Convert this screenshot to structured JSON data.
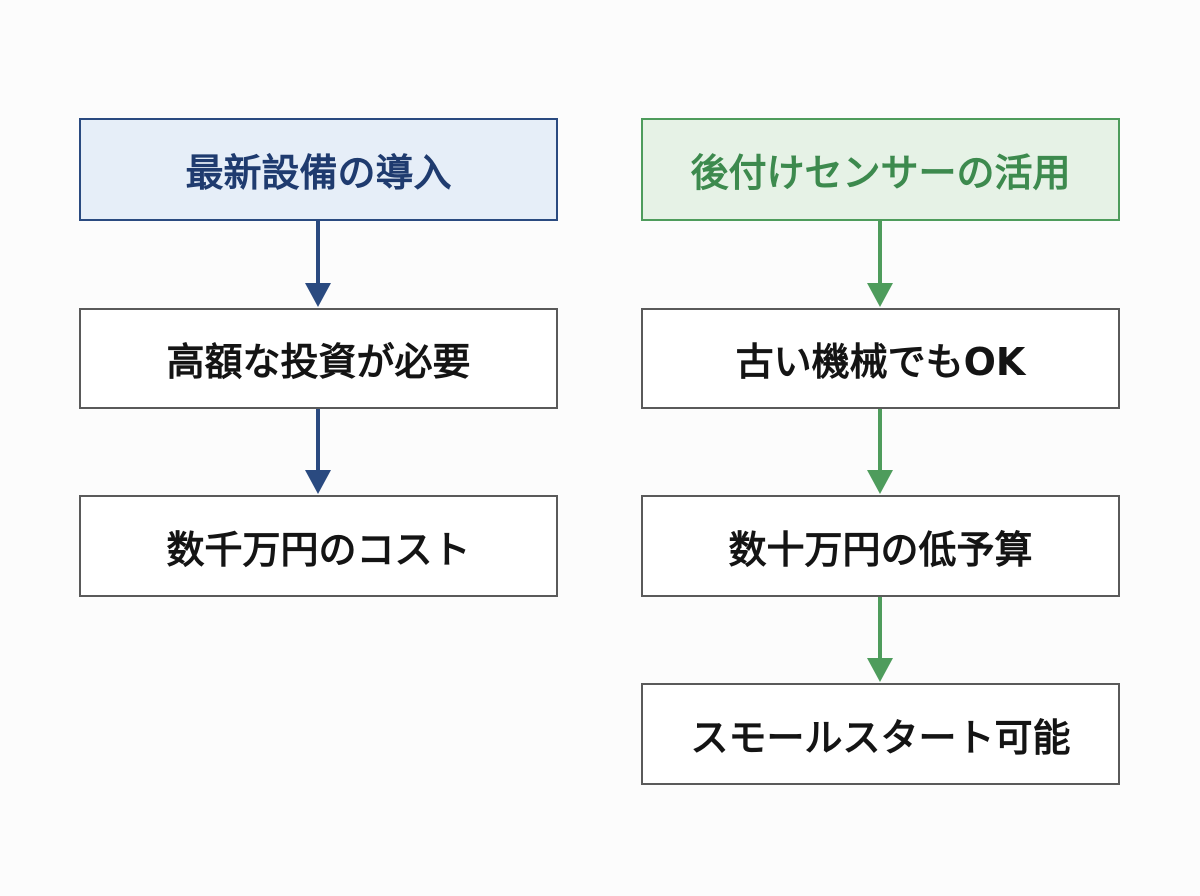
{
  "left_column": {
    "header": "最新設備の導入",
    "steps": [
      "高額な投資が必要",
      "数千万円のコスト"
    ],
    "color": "#2a4a80"
  },
  "right_column": {
    "header": "後付けセンサーの活用",
    "steps": [
      "古い機械でもOK",
      "数十万円の低予算",
      "スモールスタート可能"
    ],
    "color": "#4e9c5c"
  }
}
